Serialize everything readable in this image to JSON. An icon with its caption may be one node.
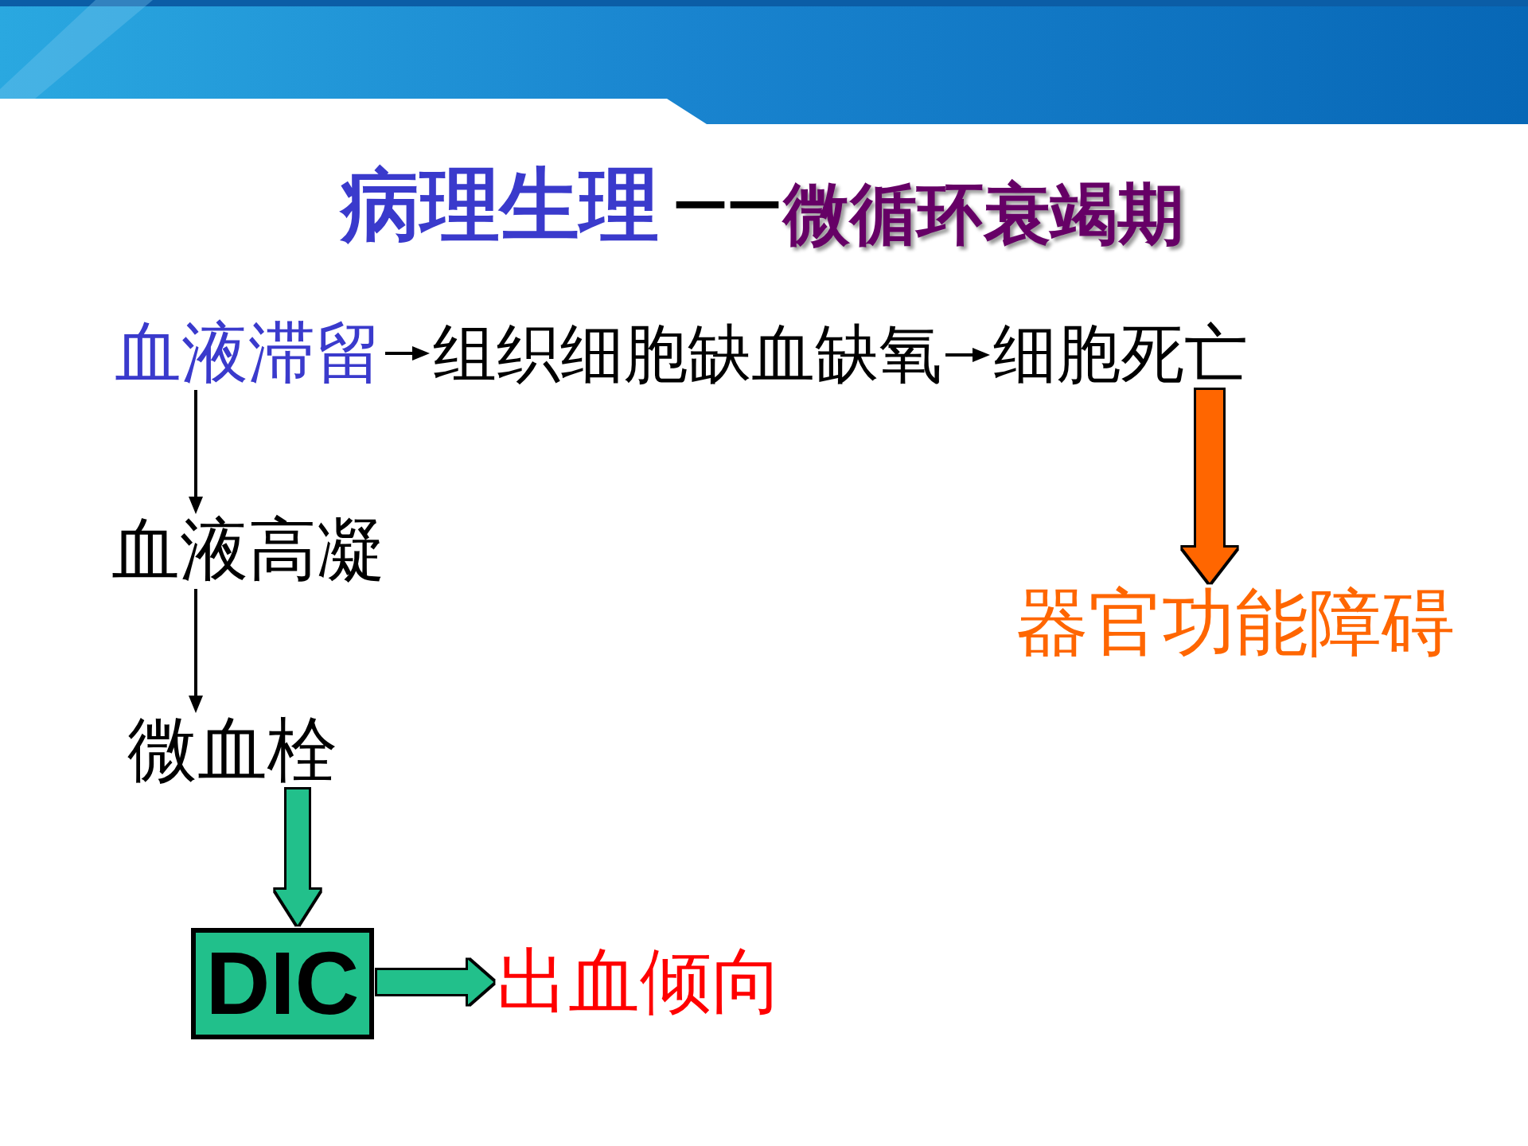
{
  "diagram": {
    "title": "病理生理",
    "nodes": [
      {
        "text": [
          "血液滞留"
        ]
      },
      {
        "text": [
          "组织细胞缺血缺氧"
        ]
      },
      {
        "text": [
          "细胞死亡"
        ]
      },
      {
        "text": [
          "血液高凝"
        ]
      },
      {
        "text": [
          "器官功能障碍"
        ]
      },
      {
        "text": [
          "微血栓"
        ]
      },
      {
        "text": [
          "DIC"
        ]
      },
      {
        "text": [
          "出血倾向"
        ]
      }
    ],
    "edges": [
      {
        "from": 0,
        "to": 1,
        "arrow": "to"
      },
      {
        "from": 1,
        "to": 2,
        "arrow": "to"
      },
      {
        "from": 2,
        "to": 4,
        "arrow": "to",
        "style": "thick",
        "color": "#ff6600"
      },
      {
        "from": 0,
        "to": 3,
        "arrow": "to"
      },
      {
        "from": 3,
        "to": 5,
        "arrow": "to"
      },
      {
        "from": 5,
        "to": 6,
        "arrow": "to",
        "style": "thick",
        "color": "#21c08b"
      },
      {
        "from": 6,
        "to": 7,
        "arrow": "to",
        "style": "thick",
        "color": "#21c08b"
      }
    ],
    "labels": [
      "——",
      "微循环衰竭期"
    ]
  }
}
